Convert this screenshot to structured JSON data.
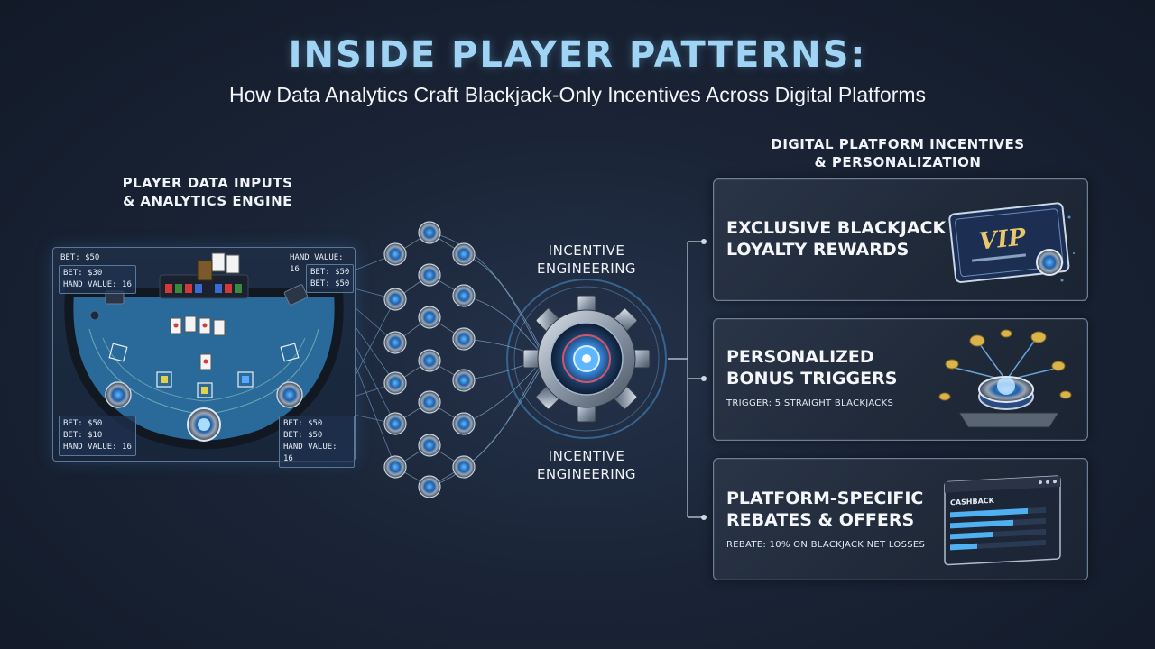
{
  "header": {
    "title": "INSIDE PLAYER PATTERNS:",
    "subtitle": "How Data Analytics Craft Blackjack-Only Incentives Across Digital Platforms"
  },
  "left_section": {
    "heading_line1": "PLAYER DATA INPUTS",
    "heading_line2": "& ANALYTICS ENGINE",
    "hud": {
      "top_left_bet": "BET: $50",
      "top_left_box_bet": "BET: $30",
      "top_left_box_hand": "HAND VALUE: 16",
      "top_right_hand": "HAND VALUE: 16",
      "top_right_bet1": "BET: $50",
      "top_right_bet2": "BET: $50",
      "bottom_left_bet1": "BET: $50",
      "bottom_left_bet2": "BET: $10",
      "bottom_left_hand": "HAND VALUE: 16",
      "bottom_right_bet1": "BET: $50",
      "bottom_right_bet2": "BET: $50",
      "bottom_right_hand": "HAND VALUE: 16"
    }
  },
  "center": {
    "label_top_line1": "INCENTIVE",
    "label_top_line2": "ENGINEERING",
    "label_bottom_line1": "INCENTIVE",
    "label_bottom_line2": "ENGINEERING"
  },
  "right_section": {
    "heading_line1": "DIGITAL PLATFORM INCENTIVES",
    "heading_line2": "& PERSONALIZATION",
    "cards": [
      {
        "title_line1": "EXCLUSIVE BLACKJACK",
        "title_line2": "LOYALTY REWARDS",
        "detail": "",
        "graphic_text": "VIP"
      },
      {
        "title_line1": "PERSONALIZED",
        "title_line2": "BONUS TRIGGERS",
        "detail": "TRIGGER: 5 STRAIGHT BLACKJACKS"
      },
      {
        "title_line1": "PLATFORM-SPECIFIC",
        "title_line2": "REBATES & OFFERS",
        "detail": "REBATE: 10% ON BLACKJACK NET LOSSES",
        "graphic_text": "CASHBACK"
      }
    ]
  },
  "colors": {
    "background": "#1a2436",
    "title": "#9fd4f4",
    "accent_blue": "#3aa0ff",
    "accent_red": "#ff3a4a",
    "felt": "#2a6a9a"
  },
  "icons": [
    "chip-node-icon",
    "gear-icon",
    "vip-card-icon",
    "coin-burst-icon",
    "cashback-window-icon",
    "playing-card-icon"
  ]
}
